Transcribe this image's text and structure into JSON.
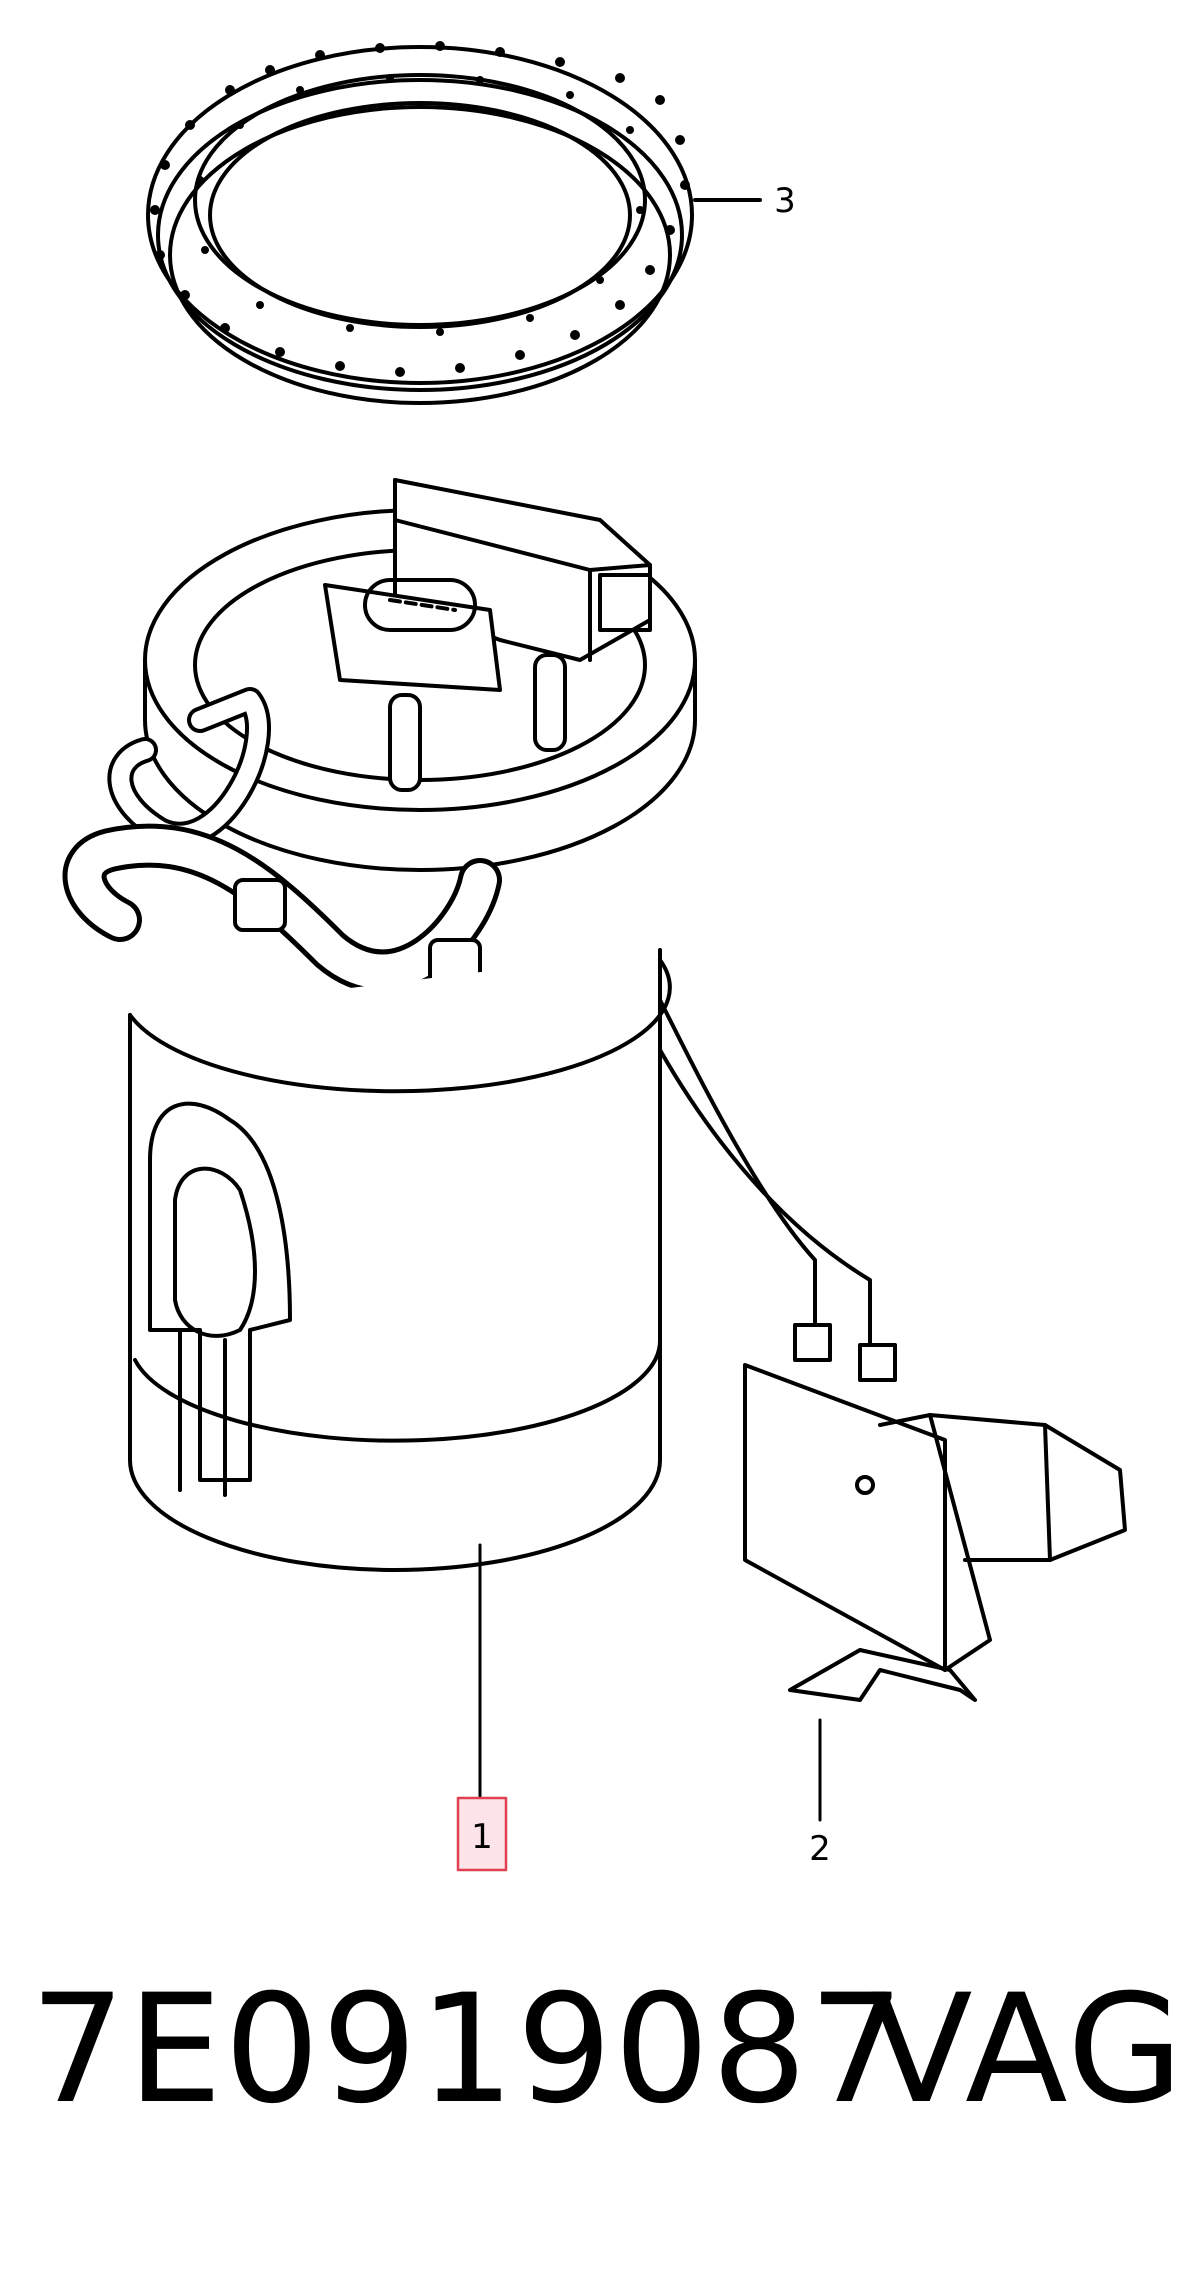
{
  "callouts": [
    {
      "label": "1",
      "highlighted": true
    },
    {
      "label": "2",
      "highlighted": false
    },
    {
      "label": "3",
      "highlighted": false
    }
  ],
  "highlight_color": "#e04050",
  "highlight_fill": "#fde4e8",
  "footer": {
    "part_number": "7E0919087",
    "brand": "VAG"
  }
}
